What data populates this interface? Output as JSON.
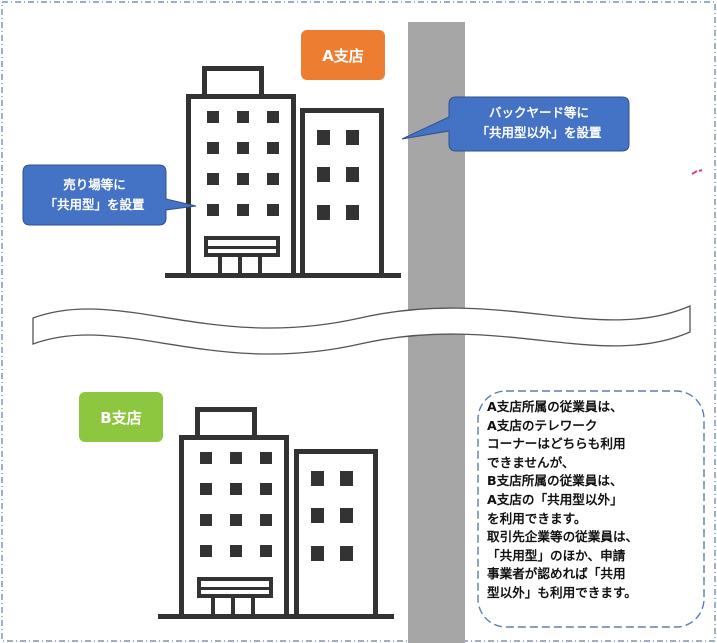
{
  "branch_a": {
    "label": "A支店",
    "color": "#ED7D31"
  },
  "branch_b": {
    "label": "B支店",
    "color": "#8DC63F"
  },
  "callout_backyard": {
    "line1": "バックヤード等に",
    "line2": "「共用型以外」を設置",
    "color": "#4472C4"
  },
  "callout_sales": {
    "line1": "売り場等に",
    "line2": "「共用型」を設置",
    "color": "#4472C4"
  },
  "note": {
    "lines": [
      "A支店所属の従業員は、",
      "A支店のテレワーク",
      "コーナーはどちらも利用",
      "できませんが、",
      "B支店所属の従業員は、",
      "A支店の「共用型以外」",
      "を利用できます。",
      "取引先企業等の従業員は、",
      "「共用型」のほか、申請",
      "事業者が認めれば「共用",
      "型以外」も利用できます。"
    ]
  },
  "colors": {
    "building": "#333333",
    "divider": "#A6A6A6",
    "frame": "#5B7FB5",
    "note_border": "#5B7FB5"
  }
}
